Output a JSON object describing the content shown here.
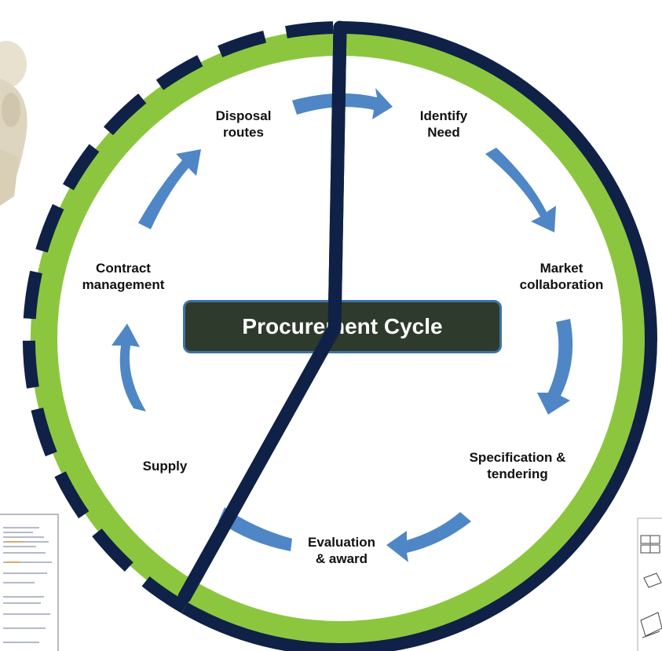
{
  "title": "Procurement Cycle",
  "stages": [
    {
      "line1": "Identify",
      "line2": "Need"
    },
    {
      "line1": "Market",
      "line2": "collaboration"
    },
    {
      "line1": "Specification &",
      "line2": "tendering"
    },
    {
      "line1": "Evaluation",
      "line2": "& award"
    },
    {
      "line1": "Supply",
      "line2": ""
    },
    {
      "line1": "Contract",
      "line2": "management"
    },
    {
      "line1": "Disposal",
      "line2": "routes"
    }
  ],
  "colors": {
    "ring_green": "#8cc63f",
    "clock_navy": "#0f2147",
    "arrow_blue": "#4f86c6",
    "title_box_fill": "#2e3a2c",
    "title_box_border": "#3d72a8"
  },
  "icons": {
    "figure": "3d-figure-icon",
    "document": "document-thumbnail-icon",
    "sketch": "sketch-thumbnail-icon"
  }
}
